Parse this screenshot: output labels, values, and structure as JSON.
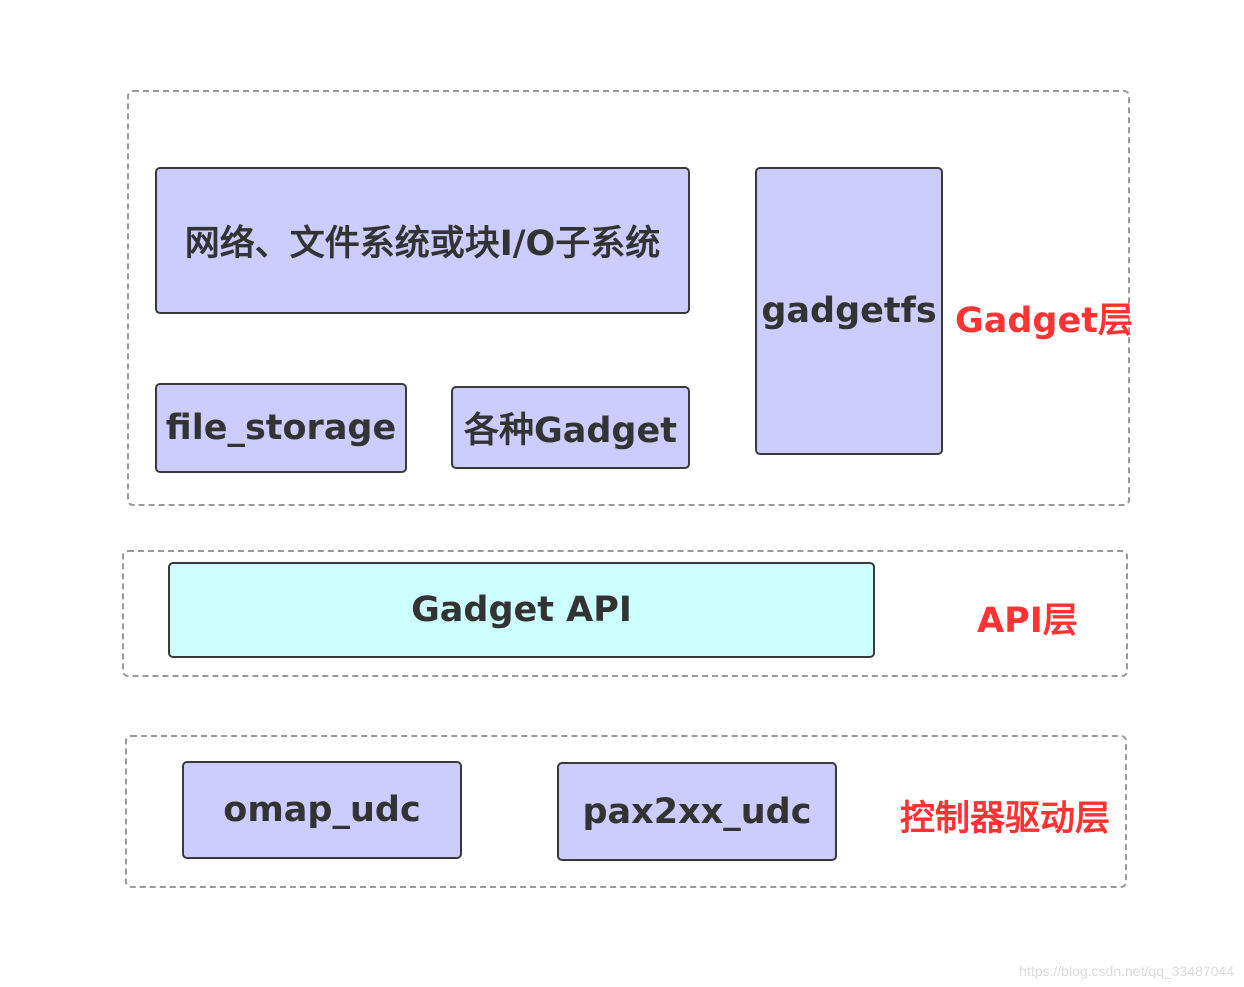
{
  "gadget_layer": {
    "label": "Gadget层",
    "subsystem_box": "网络、文件系统或块I/O子系统",
    "file_storage_box": "file_storage",
    "various_gadget_box": "各种Gadget",
    "gadgetfs_box": "gadgetfs"
  },
  "api_layer": {
    "label": "API层",
    "gadget_api_box": "Gadget API"
  },
  "controller_layer": {
    "label": "控制器驱动层",
    "omap_udc_box": "omap_udc",
    "pax2xx_udc_box": "pax2xx_udc"
  },
  "watermark": "https://blog.csdn.net/qq_33487044",
  "colors": {
    "box_fill_purple": "#ccccff",
    "box_fill_cyan": "#ccffff",
    "label_red": "#ff3333",
    "text_dark": "#333333",
    "dashed_border": "#9a9a9a"
  }
}
